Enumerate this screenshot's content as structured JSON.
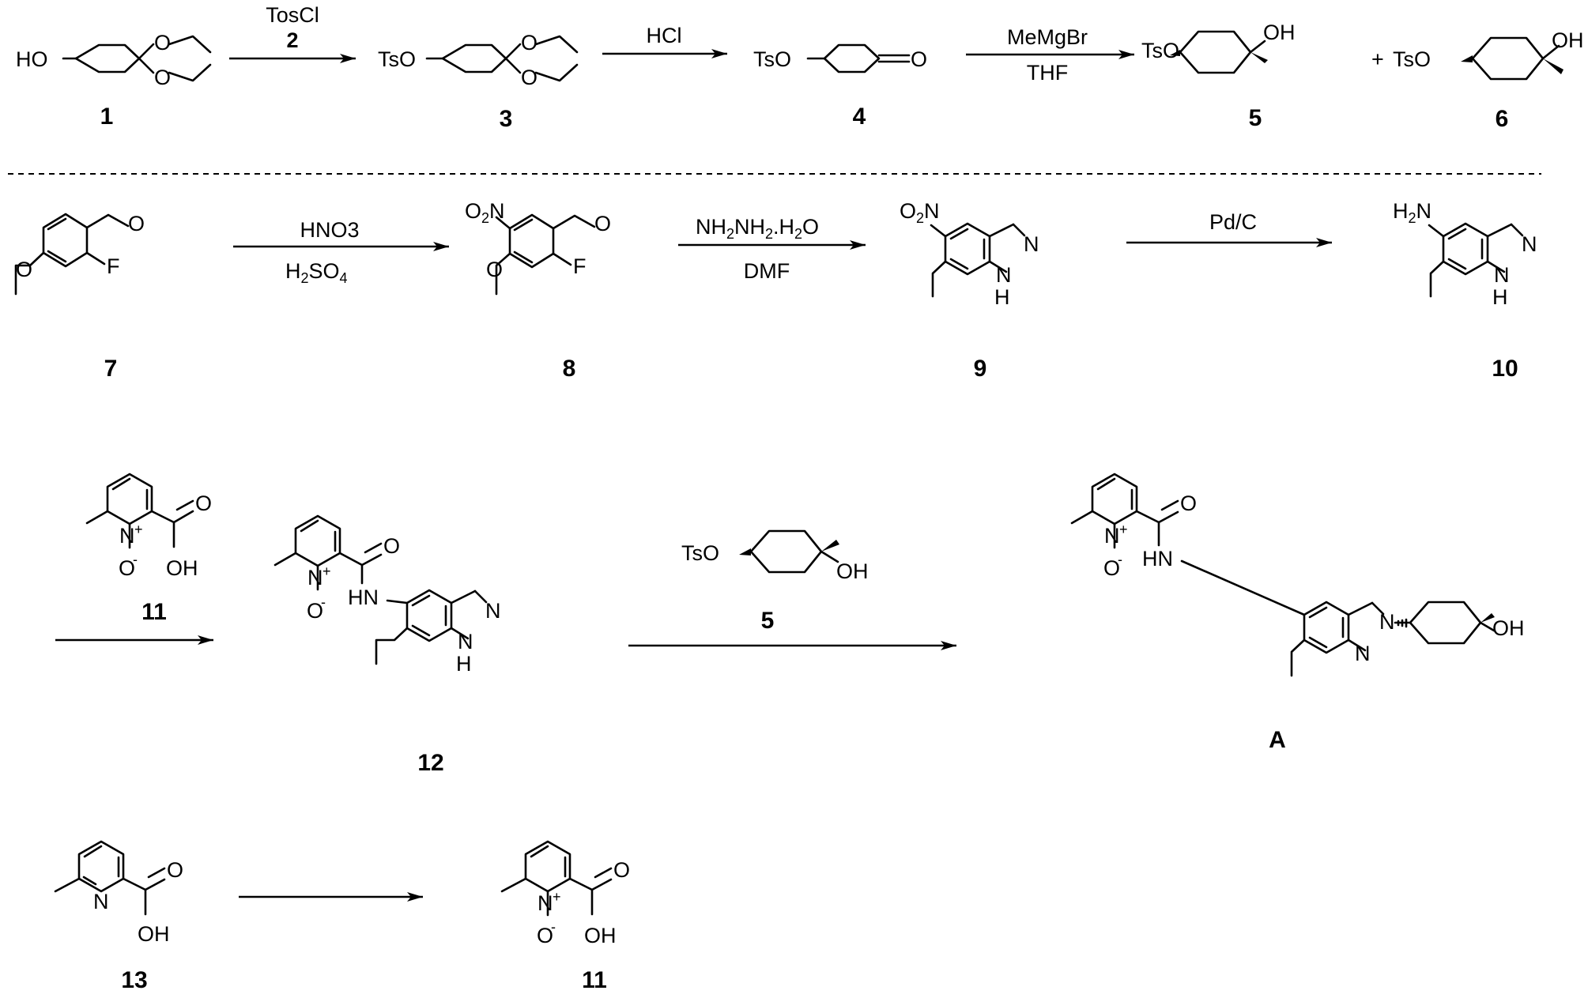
{
  "atoms": {
    "ho": "HO",
    "oh": "OH",
    "o": "O",
    "tso": "TsO",
    "f": "F",
    "n": "N",
    "nh": "NH",
    "hn": "HN",
    "h": "H",
    "n_plus": "N",
    "o_minus": "O",
    "plus_sign": "+",
    "minus_sign": "-",
    "no2_o": "O",
    "no2_n": "N",
    "no2_sub": "2",
    "nh2_h": "H",
    "nh2_n": "N",
    "nh2_sub": "2"
  },
  "reagents": {
    "step1_top": "TosCl",
    "step1_top2": "2",
    "step2_top": "HCl",
    "step3_top": "MeMgBr",
    "step3_bottom": "THF",
    "step4_top": "HNO3",
    "step4_bottom_h": "H",
    "step4_bottom_h_sub": "2",
    "step4_bottom_so": "SO",
    "step4_bottom_so_sub": "4",
    "step5_top_a": "NH",
    "step5_top_a_sub": "2",
    "step5_top_b": "NH",
    "step5_top_b_sub": "2",
    "step5_top_c": ".H",
    "step5_top_c_sub": "2",
    "step5_top_d": "O",
    "step5_bottom": "DMF",
    "step6_top": "Pd/C",
    "step8_reagent_label": "5",
    "plus_between": "+"
  },
  "labels": {
    "c1": "1",
    "c3": "3",
    "c4": "4",
    "c5": "5",
    "c6": "6",
    "c7": "7",
    "c8": "8",
    "c9": "9",
    "c10": "10",
    "c11a": "11",
    "c12": "12",
    "cA": "A",
    "c13": "13",
    "c11b": "11"
  }
}
